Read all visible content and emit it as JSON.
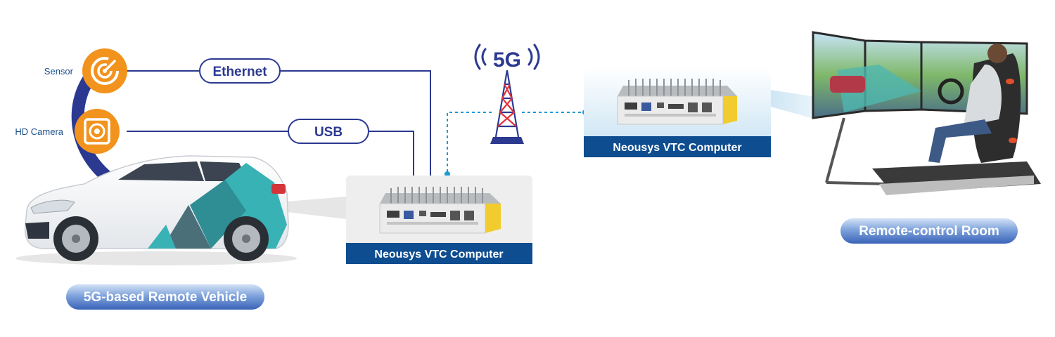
{
  "inputs": [
    {
      "label": "Sensor",
      "icon": "radar-sensor-icon"
    },
    {
      "label": "HD Camera",
      "icon": "camera-lens-icon"
    }
  ],
  "links": {
    "ethernet": "Ethernet",
    "usb": "USB",
    "wireless": "5G"
  },
  "vehicle": {
    "caption": "5G-based Remote Vehicle",
    "computer_label": "Neousys VTC Computer"
  },
  "remote": {
    "computer_label": "Neousys VTC Computer",
    "caption": "Remote-control Room"
  },
  "colors": {
    "navy": "#2b3990",
    "orange": "#f2931e",
    "label_blue": "#1a4f8a",
    "caption_grad_top": "#c5d9f2",
    "caption_grad_bottom": "#3f6fc2",
    "link_cyan": "#1b9ad6"
  }
}
